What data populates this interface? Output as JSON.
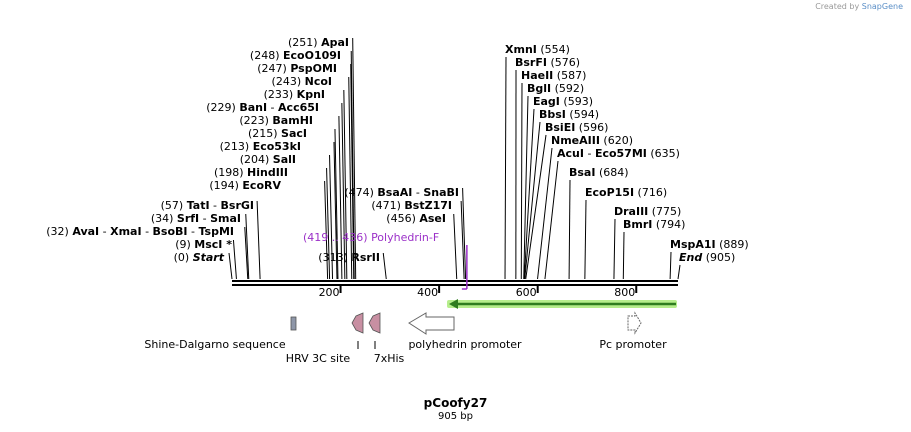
{
  "credit": {
    "prefix": "Created by",
    "brand": "SnapGene"
  },
  "plasmid": {
    "name": "pCoofy27",
    "size_text": "905 bp",
    "length": 905
  },
  "ruler_ticks": [
    {
      "pos": 200,
      "label": "200"
    },
    {
      "pos": 400,
      "label": "400"
    },
    {
      "pos": 600,
      "label": "600"
    },
    {
      "pos": 800,
      "label": "800"
    }
  ],
  "site_groups": [
    {
      "label_pos": 313,
      "sites": [
        {
          "pos": 313,
          "name": "RsrII"
        }
      ],
      "bold": true
    },
    {
      "label_pos": 0,
      "sites": [
        {
          "pos": 0,
          "name": "Start"
        }
      ],
      "italic": true
    },
    {
      "label_pos": 9,
      "sites": [
        {
          "pos": 9,
          "name": "MscI *"
        }
      ]
    },
    {
      "label_pos": 32,
      "sites": [
        {
          "pos": 32,
          "name": "AvaI"
        },
        {
          "pos": 32,
          "name": "XmaI"
        },
        {
          "pos": 32,
          "name": "BsoBI"
        },
        {
          "pos": 32,
          "name": "TspMI"
        }
      ]
    },
    {
      "label_pos": 34,
      "sites": [
        {
          "pos": 34,
          "name": "SrfI"
        },
        {
          "pos": 34,
          "name": "SmaI"
        }
      ]
    },
    {
      "label_pos": 57,
      "sites": [
        {
          "pos": 57,
          "name": "TatI"
        },
        {
          "pos": 57,
          "name": "BsrGI"
        }
      ]
    },
    {
      "label_pos": 194,
      "sites": [
        {
          "pos": 194,
          "name": "EcoRV"
        }
      ]
    },
    {
      "label_pos": 198,
      "sites": [
        {
          "pos": 198,
          "name": "HindIII"
        }
      ]
    },
    {
      "label_pos": 204,
      "sites": [
        {
          "pos": 204,
          "name": "SalI"
        }
      ]
    },
    {
      "label_pos": 213,
      "sites": [
        {
          "pos": 213,
          "name": "Eco53kI"
        }
      ]
    },
    {
      "label_pos": 215,
      "sites": [
        {
          "pos": 215,
          "name": "SacI"
        }
      ]
    },
    {
      "label_pos": 223,
      "sites": [
        {
          "pos": 223,
          "name": "BamHI"
        }
      ]
    },
    {
      "label_pos": 229,
      "sites": [
        {
          "pos": 229,
          "name": "BanI"
        },
        {
          "pos": 229,
          "name": "Acc65I"
        }
      ]
    },
    {
      "label_pos": 233,
      "sites": [
        {
          "pos": 233,
          "name": "KpnI"
        }
      ]
    },
    {
      "label_pos": 243,
      "sites": [
        {
          "pos": 243,
          "name": "NcoI"
        }
      ]
    },
    {
      "label_pos": 247,
      "sites": [
        {
          "pos": 247,
          "name": "PspOMI"
        }
      ]
    },
    {
      "label_pos": 248,
      "sites": [
        {
          "pos": 248,
          "name": "EcoO109I"
        }
      ]
    },
    {
      "label_pos": 251,
      "sites": [
        {
          "pos": 251,
          "name": "ApaI"
        }
      ]
    },
    {
      "label_pos": 456,
      "sites": [
        {
          "pos": 456,
          "name": "AseI"
        }
      ]
    },
    {
      "label_pos": 471,
      "sites": [
        {
          "pos": 471,
          "name": "BstZ17I"
        }
      ]
    },
    {
      "label_pos": 474,
      "sites": [
        {
          "pos": 474,
          "name": "BsaAI"
        },
        {
          "pos": 474,
          "name": "SnaBI"
        }
      ]
    },
    {
      "label_pos": 554,
      "sites": [
        {
          "pos": 554,
          "name": "XmnI"
        }
      ]
    },
    {
      "label_pos": 576,
      "sites": [
        {
          "pos": 576,
          "name": "BsrFI"
        }
      ]
    },
    {
      "label_pos": 587,
      "sites": [
        {
          "pos": 587,
          "name": "HaeII"
        }
      ]
    },
    {
      "label_pos": 592,
      "sites": [
        {
          "pos": 592,
          "name": "BglI"
        }
      ]
    },
    {
      "label_pos": 593,
      "sites": [
        {
          "pos": 593,
          "name": "EagI"
        }
      ]
    },
    {
      "label_pos": 594,
      "sites": [
        {
          "pos": 594,
          "name": "BbsI"
        }
      ]
    },
    {
      "label_pos": 596,
      "sites": [
        {
          "pos": 596,
          "name": "BsiEI"
        }
      ]
    },
    {
      "label_pos": 620,
      "sites": [
        {
          "pos": 620,
          "name": "NmeAIII"
        }
      ]
    },
    {
      "label_pos": 635,
      "sites": [
        {
          "pos": 635,
          "name": "AcuI"
        },
        {
          "pos": 635,
          "name": "Eco57MI"
        }
      ]
    },
    {
      "label_pos": 684,
      "sites": [
        {
          "pos": 684,
          "name": "BsaI"
        }
      ]
    },
    {
      "label_pos": 716,
      "sites": [
        {
          "pos": 716,
          "name": "EcoP15I"
        }
      ]
    },
    {
      "label_pos": 775,
      "sites": [
        {
          "pos": 775,
          "name": "DraIII"
        }
      ]
    },
    {
      "label_pos": 794,
      "sites": [
        {
          "pos": 794,
          "name": "BmrI"
        }
      ]
    },
    {
      "label_pos": 889,
      "sites": [
        {
          "pos": 889,
          "name": "MspA1I"
        }
      ]
    },
    {
      "label_pos": 905,
      "sites": [
        {
          "pos": 905,
          "name": "End"
        }
      ],
      "italic": true
    }
  ],
  "primer": {
    "name": "Polyhedrin-F",
    "start": 419,
    "end": 436,
    "range_text": "(419 .. 436)",
    "color": "#9b30c8"
  },
  "primer_arrow": {
    "color": "#2f7d1f",
    "glow": "#b6ee8c"
  },
  "features": [
    {
      "name": "Shine-Dalgarno sequence",
      "color": "#8e96a8"
    },
    {
      "name": "HRV 3C site",
      "color": "#c88fa2"
    },
    {
      "name": "7xHis",
      "color": "#c88fa2"
    },
    {
      "name": "polyhedrin promoter",
      "color": "#ffffff"
    },
    {
      "name": "Pc promoter",
      "color": "#ffffff"
    }
  ]
}
